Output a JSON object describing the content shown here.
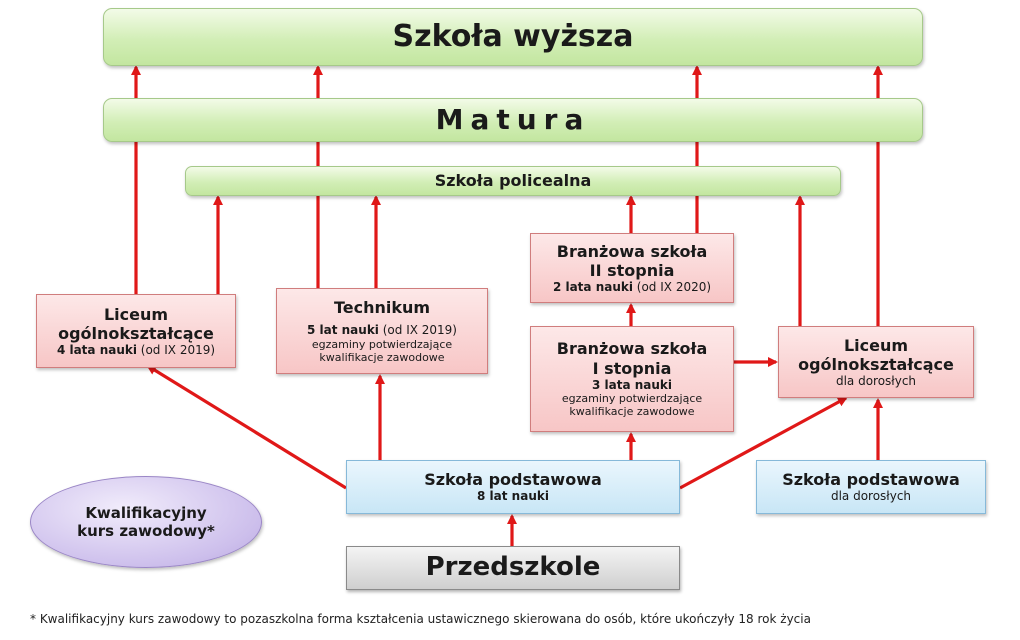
{
  "nodes": {
    "higher_school": "Szkoła wyższa",
    "matura": "Matura",
    "post_secondary": "Szkoła policealna",
    "lyceum": {
      "title_line1": "Liceum",
      "title_line2": "ogólnokształcące",
      "years": "4 lata nauki",
      "since": " (od IX 2019)"
    },
    "technikum": {
      "title": "Technikum",
      "years": "5 lat nauki",
      "since": " (od IX 2019)",
      "note_line1": "egzaminy potwierdzające",
      "note_line2": "kwalifikacje zawodowe"
    },
    "branch_2": {
      "title_line1": "Branżowa szkoła",
      "title_line2": "II stopnia",
      "years": "2 lata nauki",
      "since": " (od IX 2020)"
    },
    "branch_1": {
      "title_line1": "Branżowa szkoła",
      "title_line2": "I stopnia",
      "years": "3 lata nauki",
      "note_line1": "egzaminy potwierdzające",
      "note_line2": "kwalifikacje zawodowe"
    },
    "adult_lyceum": {
      "title_line1": "Liceum",
      "title_line2": "ogólnokształcące",
      "subtitle": "dla dorosłych"
    },
    "primary": {
      "title": "Szkoła podstawowa",
      "years": "8 lat nauki"
    },
    "adult_primary": {
      "title": "Szkoła podstawowa",
      "subtitle": "dla dorosłych"
    },
    "vocational_course": {
      "line1": "Kwalifikacyjny",
      "line2": "kurs zawodowy*"
    },
    "preschool": "Przedszkole"
  },
  "footnote": "* Kwalifikacyjny kurs zawodowy to pozaszkolna forma kształcenia ustawicznego skierowana do osób, które ukończyły 18 rok życia",
  "colors": {
    "arrow": "#e01818",
    "band_green": "#d2eeb6",
    "box_pink": "#f7c6c6",
    "box_blue": "#c8e6f6",
    "box_grey": "#cfcfcf",
    "oval_purple": "#cdbfec"
  }
}
